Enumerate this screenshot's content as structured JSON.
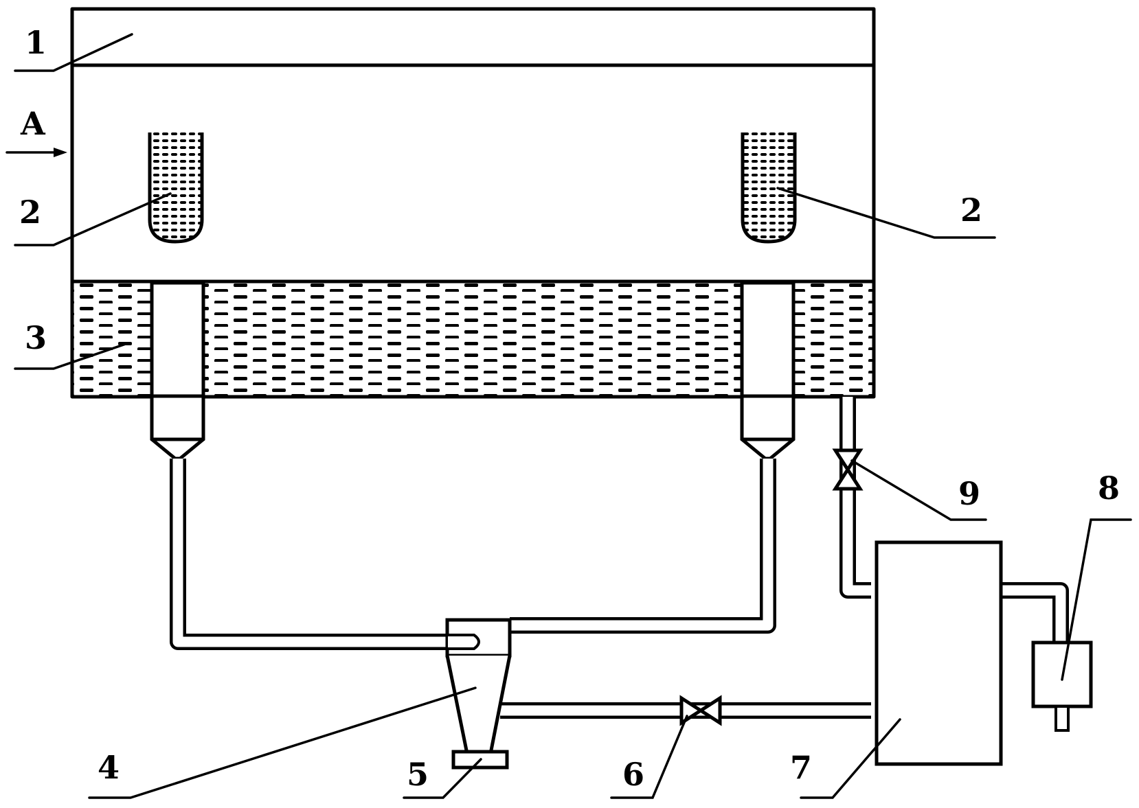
{
  "labels": {
    "l1": "1",
    "l2a": "2",
    "l2b": "2",
    "l3": "3",
    "l4": "4",
    "l5": "5",
    "l6": "6",
    "l7": "7",
    "l8": "8",
    "l9": "9",
    "inlet": "A"
  }
}
